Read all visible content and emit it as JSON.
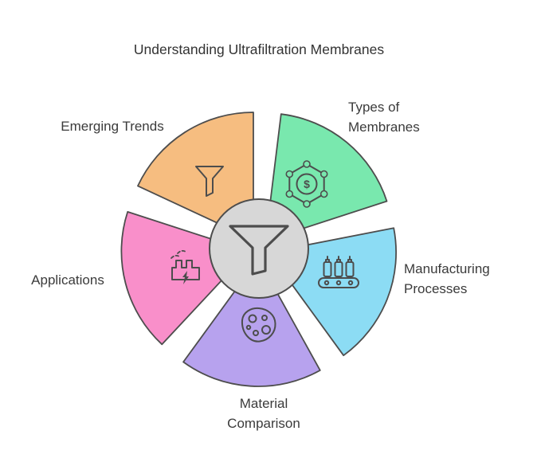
{
  "title": "Understanding Ultrafiltration Membranes",
  "colors": {
    "background": "#ffffff",
    "outline": "#4d4d4d",
    "text": "#3b3b3b",
    "hub_fill": "#d7d7d7"
  },
  "hub": {
    "icon": "funnel-icon"
  },
  "icons": {
    "dollar": "$"
  },
  "segments": [
    {
      "id": "emerging-trends",
      "color": "#f6bd80",
      "icon": "funnel-small-icon",
      "label_lines": [
        "Emerging Trends"
      ]
    },
    {
      "id": "types-of-membranes",
      "color": "#79e8ae",
      "icon": "molecule-dollar-icon",
      "label_lines": [
        "Types of",
        "Membranes"
      ]
    },
    {
      "id": "manufacturing-processes",
      "color": "#8cdcf4",
      "icon": "conveyor-icon",
      "label_lines": [
        "Manufacturing",
        "Processes"
      ]
    },
    {
      "id": "material-comparison",
      "color": "#b7a2ee",
      "icon": "specimen-icon",
      "label_lines": [
        "Material",
        "Comparison"
      ]
    },
    {
      "id": "applications",
      "color": "#f98fca",
      "icon": "factory-icon",
      "label_lines": [
        "Applications"
      ]
    }
  ]
}
